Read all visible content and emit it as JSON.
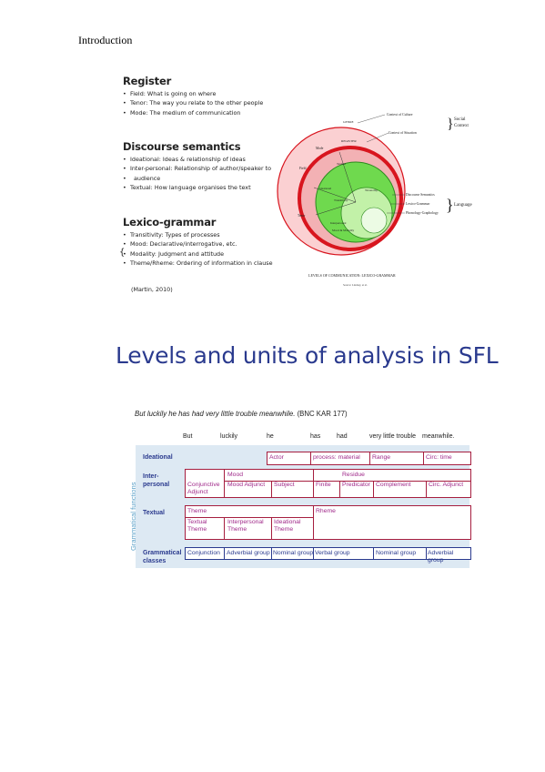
{
  "header": {
    "title": "Introduction"
  },
  "figure1": {
    "register": {
      "title": "Register",
      "items": [
        "Field: What is going on where",
        "Tenor: The way you relate to the other people",
        "Mode: The medium of communication"
      ]
    },
    "discourse": {
      "title": "Discourse semantics",
      "items": [
        "Ideational: Ideas & relationship of ideas",
        "Inter-personal: Relationship of author/speaker to",
        "audience",
        "Textual: How language organises the text"
      ]
    },
    "lexico": {
      "title": "Lexico-grammar",
      "items": [
        "Transitivity: Types of processes",
        "Mood: Declarative/interrogative, etc.",
        "Modality: Judgment and attitude",
        "Theme/Rheme: Ordering of information in clause"
      ]
    },
    "citation": "(Martin, 2010)",
    "brace": "{",
    "diagram": {
      "genre": "GENRE",
      "register": "REGISTER",
      "mode": "Mode",
      "field": "Field",
      "tenor": "Tenor",
      "textual": "Textual",
      "ideational": "Ideational",
      "transitivity": "Transitivity",
      "taxonomy": "Taxonomy",
      "interpersonal": "Interpersonal",
      "mood_modality": "Mood & Modality",
      "context_culture": "Context of Culture",
      "context_situation": "Context of Situation",
      "social_context": "Social Context",
      "discourse_semantics": "Discourse Semantics",
      "lexico_grammar": "Lexico-Grammar",
      "phonology": "Phonology-Graphology",
      "language": "Language",
      "caption": "LEVELS OF COMMUNICATION: LEXICO-GRAMMAR",
      "credit": "Source: Lindsay, et al."
    }
  },
  "heading2": "Levels and units of analysis in SFL",
  "figure2": {
    "sentence": "But luckily he has had very little trouble meanwhile.",
    "ref": "(BNC KAR 177)",
    "words": [
      "But",
      "luckily",
      "he",
      "has",
      "had",
      "very little trouble",
      "meanwhile."
    ],
    "vertical_label": "Grammatical functions",
    "labels": {
      "ideational": "Ideational",
      "interpersonal1": "Inter-",
      "interpersonal2": "personal",
      "textual": "Textual",
      "classes1": "Grammatical",
      "classes2": "classes"
    },
    "ideational_row": [
      "Actor",
      "process: material",
      "Range",
      "Circ: time"
    ],
    "mood_row": [
      "Mood",
      "Residue"
    ],
    "interpersonal_row": [
      "Conjunctive Adjunct",
      "Mood Adjunct",
      "Subject",
      "Finite",
      "Predicator",
      "Complement",
      "Circ. Adjunct"
    ],
    "theme_row": [
      "Theme",
      "Rheme"
    ],
    "theme_sub": [
      "Textual Theme",
      "Interpersonal Theme",
      "Ideational Theme"
    ],
    "classes_row": [
      "Conjunction",
      "Adverbial group",
      "Nominal group",
      "Verbal group",
      "Nominal group",
      "Adverbial group"
    ]
  },
  "colors": {
    "heading": "#2a3a8e",
    "border": "#a61e3f",
    "cell_text": "#a02a8a",
    "panel": "#dde9f3",
    "genre_ring": "#f3b1b4",
    "register_ring": "#d8151e",
    "green": "#6fd94e"
  }
}
